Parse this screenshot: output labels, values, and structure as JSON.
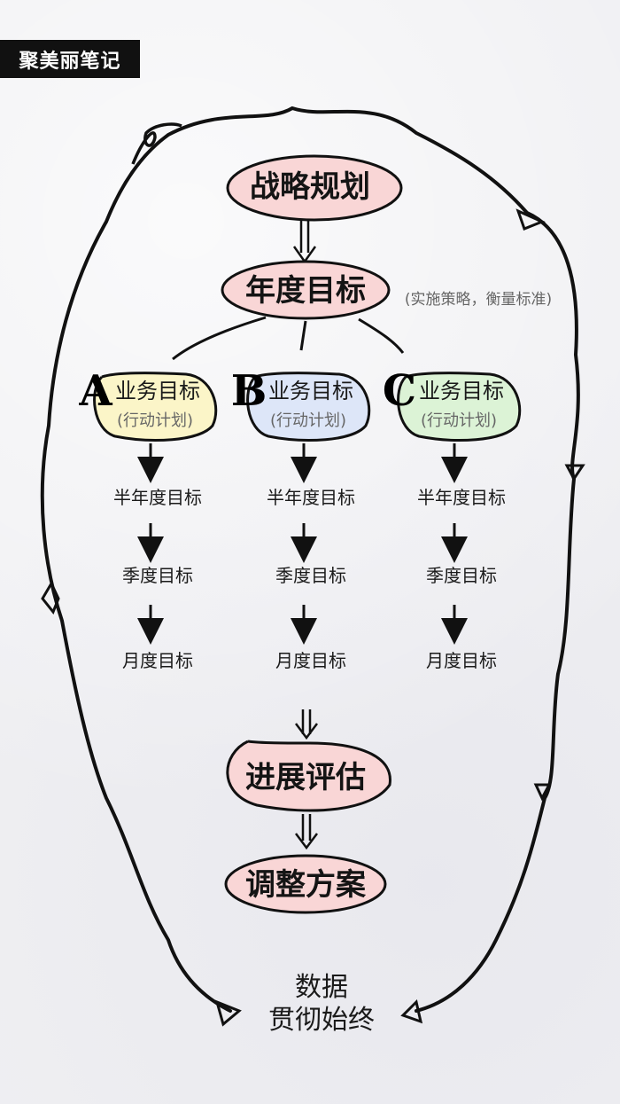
{
  "tag": "聚美丽笔记",
  "nodes": {
    "strategy": "战略规划",
    "annual": "年度目标",
    "annual_note": "(实施策略，衡量标准)",
    "progress": "进展评估",
    "adjust": "调整方案"
  },
  "branches": [
    {
      "letter": "A",
      "title": "业务目标",
      "sub": "(行动计划)",
      "fill": "#fbf5c8",
      "steps": [
        "半年度目标",
        "季度目标",
        "月度目标"
      ]
    },
    {
      "letter": "B",
      "title": "业务目标",
      "sub": "(行动计划)",
      "fill": "#dde6f8",
      "steps": [
        "半年度目标",
        "季度目标",
        "月度目标"
      ]
    },
    {
      "letter": "C",
      "title": "业务目标",
      "sub": "(行动计划)",
      "fill": "#dcf3d6",
      "steps": [
        "半年度目标",
        "季度目标",
        "月度目标"
      ]
    }
  ],
  "footer": {
    "line1": "数据",
    "line2": "贯彻始终"
  },
  "colors": {
    "pink": "#f9d6d6",
    "ink": "#111111"
  }
}
